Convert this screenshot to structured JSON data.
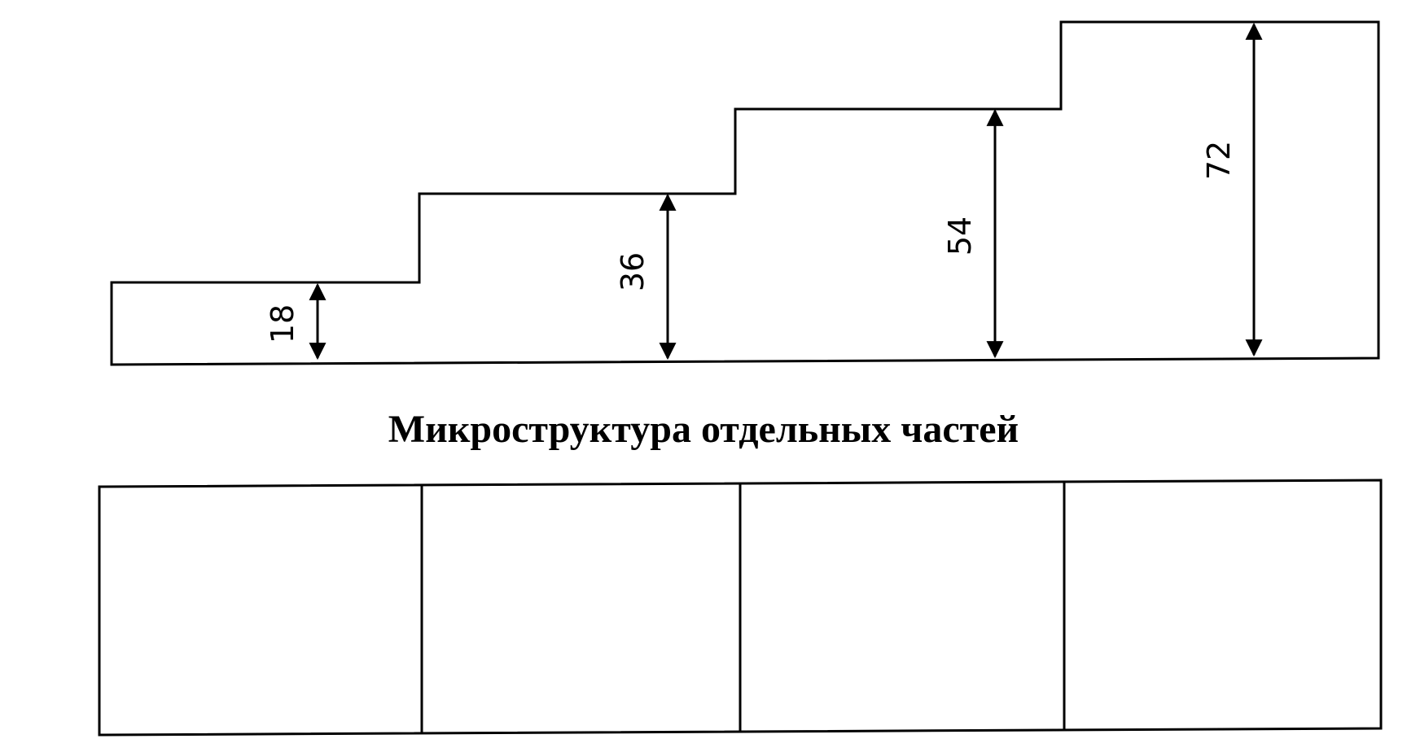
{
  "diagram": {
    "title": "Микроструктура отдельных частей",
    "steps": [
      {
        "label": "18"
      },
      {
        "label": "36"
      },
      {
        "label": "54"
      },
      {
        "label": "72"
      }
    ],
    "micro_cells": 4,
    "line_color": "#000000"
  }
}
